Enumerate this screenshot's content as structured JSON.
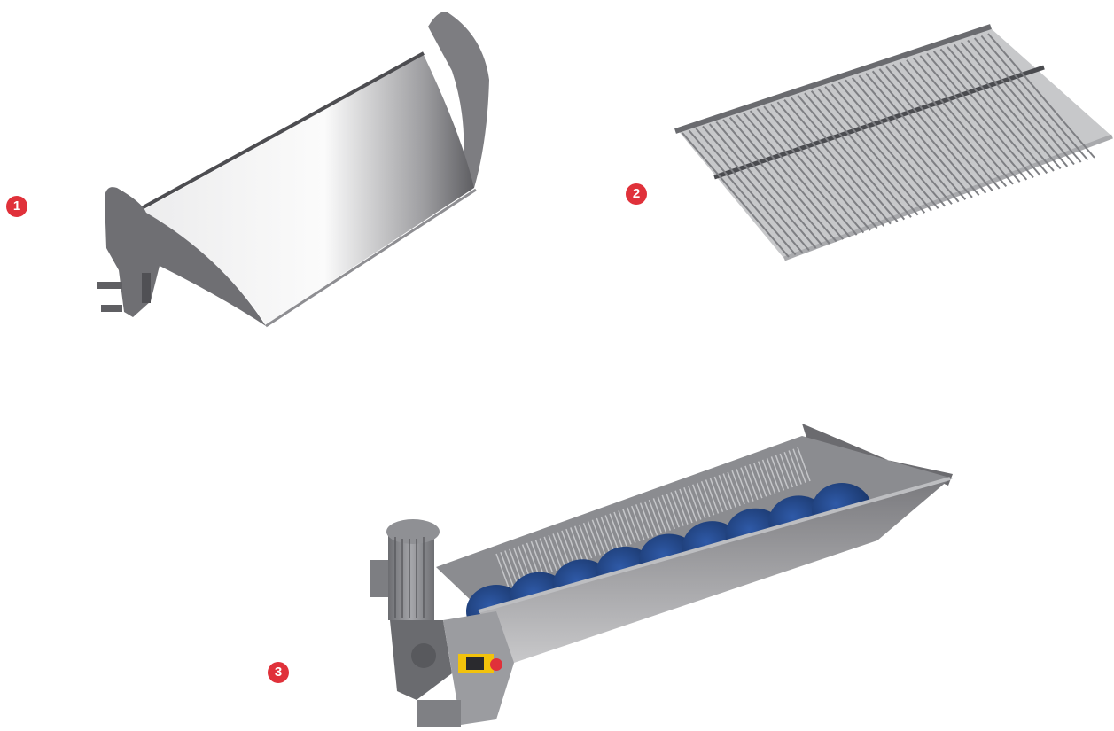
{
  "markers": [
    {
      "label": "1"
    },
    {
      "label": "2"
    },
    {
      "label": "3"
    }
  ],
  "colors": {
    "marker": "#e0313a",
    "steel_dark": "#6f6f73",
    "steel_mid": "#9a9a9e",
    "steel_light": "#d9d9db",
    "screw_blue": "#1f3f7a",
    "motor_grey": "#85868a",
    "sensor_yellow": "#f2c20c"
  },
  "icons": [
    "hopper-part",
    "bar-screen-part",
    "screw-conveyor-part"
  ]
}
